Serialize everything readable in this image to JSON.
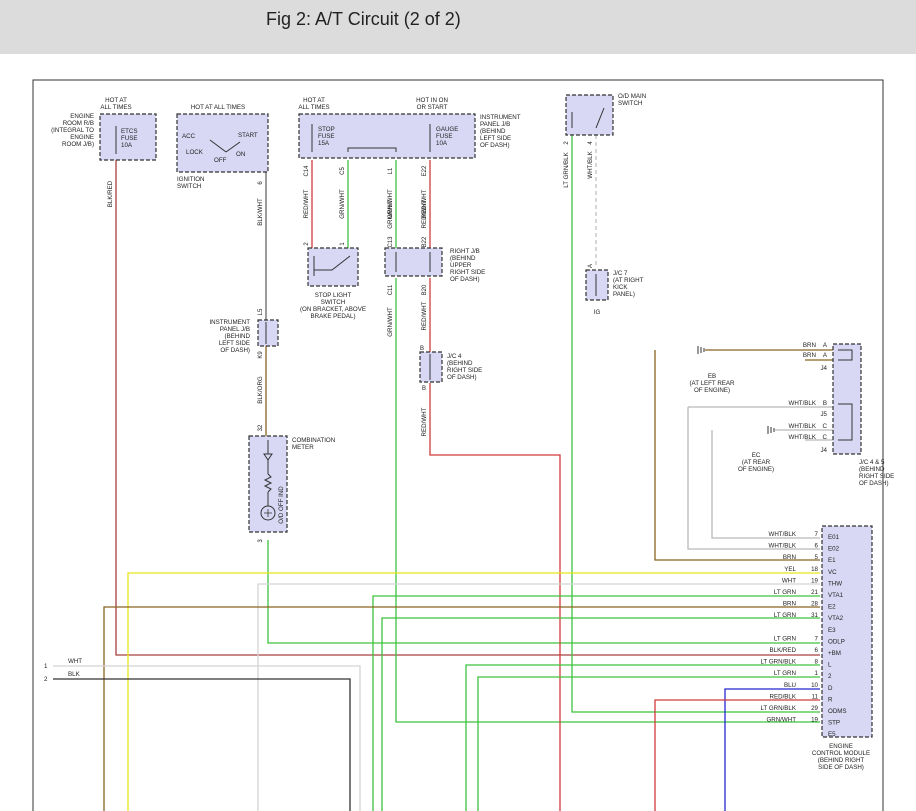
{
  "page": {
    "title": "Fig 2: A/T Circuit (2 of 2)"
  },
  "colors": {
    "header_bg": "#dcdcdc",
    "component_fill": "#d8d8f4",
    "green": "#3fc43f",
    "red": "#d23a3a",
    "brown": "#8a6420",
    "yellow": "#e8e817",
    "gray": "#b9b9b9",
    "white_wire": "#d4d4d4",
    "black": "#333333",
    "blue": "#2626d0",
    "dark_red": "#a84040"
  },
  "components": {
    "engine_room_rb": {
      "hot": [
        "HOT AT",
        "ALL TIMES"
      ],
      "label": [
        "ENGINE",
        "ROOM R/B",
        "(INTEGRAL TO",
        "ENGINE",
        "ROOM J/B)"
      ],
      "fuse": [
        "ETCS",
        "FUSE",
        "10A"
      ]
    },
    "ignition_switch": {
      "hot": "HOT AT ALL TIMES",
      "acc": "ACC",
      "lock": "LOCK",
      "off": "OFF",
      "on": "ON",
      "start": "START",
      "label": [
        "IGNITION",
        "SWITCH"
      ]
    },
    "instrument_panel_jb": {
      "hot1": [
        "HOT AT",
        "ALL TIMES"
      ],
      "hot2": [
        "HOT IN ON",
        "OR START"
      ],
      "stop_fuse": [
        "STOP",
        "FUSE",
        "15A"
      ],
      "gauge_fuse": [
        "GAUGE",
        "FUSE",
        "10A"
      ],
      "label": [
        "INSTRUMENT",
        "PANEL J/B",
        "(BEHIND",
        "LEFT SIDE",
        "OF DASH)"
      ]
    },
    "od_main_switch": {
      "label": [
        "O/D MAIN",
        "SWITCH"
      ]
    },
    "stop_light_switch": {
      "label": [
        "STOP LIGHT",
        "SWITCH",
        "(ON BRACKET, ABOVE",
        "BRAKE PEDAL)"
      ]
    },
    "right_jb": {
      "label": [
        "RIGHT J/B",
        "(BEHIND",
        "UPPER",
        "RIGHT SIDE",
        "OF DASH)"
      ]
    },
    "jc7": {
      "label": [
        "J/C 7",
        "(AT RIGHT",
        "KICK",
        "PANEL)"
      ],
      "ground": "IG"
    },
    "instrument_panel_jb2": {
      "label": [
        "INSTRUMENT",
        "PANEL J/B",
        "(BEHIND",
        "LEFT SIDE",
        "OF DASH)"
      ]
    },
    "jc4": {
      "label": [
        "J/C 4",
        "(BEHIND",
        "RIGHT SIDE",
        "OF DASH)"
      ]
    },
    "combination_meter": {
      "label": [
        "COMBINATION",
        "METER"
      ],
      "indicator": "O/D OFF IND"
    },
    "eb_ground": {
      "label": [
        "EB",
        "(AT LEFT REAR",
        "OF ENGINE)"
      ]
    },
    "ec_ground": {
      "label": [
        "EC",
        "(AT REAR",
        "OF ENGINE)"
      ]
    },
    "jc45": {
      "label": [
        "J/C 4 & 5",
        "(BEHIND",
        "RIGHT SIDE",
        "OF DASH)"
      ]
    },
    "ecm": {
      "label": [
        "ENGINE",
        "CONTROL MODULE",
        "(BEHIND RIGHT",
        "SIDE OF DASH)"
      ]
    }
  },
  "wires": {
    "blk_red": "BLK/RED",
    "blk_wht": "BLK/WHT",
    "blk_org": "BLK/ORG",
    "red_wht_c14": "RED/WHT",
    "grn_wht_c5": "GRN/WHT",
    "grn_wht_l1": "GRN/WHT",
    "red_wht_e22": "RED/WHT",
    "grn_wht_c13": "GRN/WHT",
    "red_wht_b22": "RED/WHT",
    "grn_wht_c11": "GRN/WHT",
    "red_wht_b20": "RED/WHT",
    "red_wht_b": "RED/WHT",
    "lt_grn_blk": "LT GRN/BLK",
    "wht_blk_od": "WHT/BLK"
  },
  "pins": {
    "c14": "C14",
    "c5": "C5",
    "l1": "L1",
    "e22": "E22",
    "c13": "C13",
    "b22": "B22",
    "c11": "C11",
    "b20": "B20",
    "ign6": "6",
    "l5": "L5",
    "k9": "K9",
    "m32": "32",
    "m3": "3",
    "sl2": "2",
    "sl1": "1",
    "od2": "2",
    "od4": "4",
    "jc7_top": "A",
    "jc4_top": "B",
    "jc4_bot": "B"
  },
  "jc45_rows": [
    {
      "wire": "BRN",
      "pin": "A"
    },
    {
      "wire": "BRN",
      "pin": "A"
    },
    {
      "wire": "",
      "pin": "J4"
    },
    {
      "wire": "WHT/BLK",
      "pin": "B"
    },
    {
      "wire": "",
      "pin": "J5"
    },
    {
      "wire": "WHT/BLK",
      "pin": "C"
    },
    {
      "wire": "WHT/BLK",
      "pin": "C"
    },
    {
      "wire": "",
      "pin": "J4"
    }
  ],
  "ecm_rows": [
    {
      "wire": "WHT/BLK",
      "num": "7",
      "term": "E01"
    },
    {
      "wire": "WHT/BLK",
      "num": "6",
      "term": "E02"
    },
    {
      "wire": "BRN",
      "num": "5",
      "term": "E1"
    },
    {
      "wire": "YEL",
      "num": "18",
      "term": "VC"
    },
    {
      "wire": "WHT",
      "num": "19",
      "term": "THW"
    },
    {
      "wire": "LT GRN",
      "num": "21",
      "term": "VTA1"
    },
    {
      "wire": "BRN",
      "num": "28",
      "term": "E2"
    },
    {
      "wire": "LT GRN",
      "num": "31",
      "term": "VTA2"
    },
    {
      "wire": "",
      "num": "",
      "term": "E3"
    },
    {
      "wire": "LT GRN",
      "num": "7",
      "term": "ODLP"
    },
    {
      "wire": "BLK/RED",
      "num": "6",
      "term": "+BM"
    },
    {
      "wire": "LT GRN/BLK",
      "num": "8",
      "term": "L"
    },
    {
      "wire": "LT GRN",
      "num": "1",
      "term": "2"
    },
    {
      "wire": "BLU",
      "num": "10",
      "term": "D"
    },
    {
      "wire": "RED/BLK",
      "num": "11",
      "term": "R"
    },
    {
      "wire": "LT GRN/BLK",
      "num": "29",
      "term": "ODMS"
    },
    {
      "wire": "GRN/WHT",
      "num": "19",
      "term": "STP"
    },
    {
      "wire": "",
      "num": "",
      "term": "E5"
    }
  ],
  "offpage": {
    "n1": "1",
    "n2": "2",
    "w1": "WHT",
    "w2": "BLK"
  }
}
